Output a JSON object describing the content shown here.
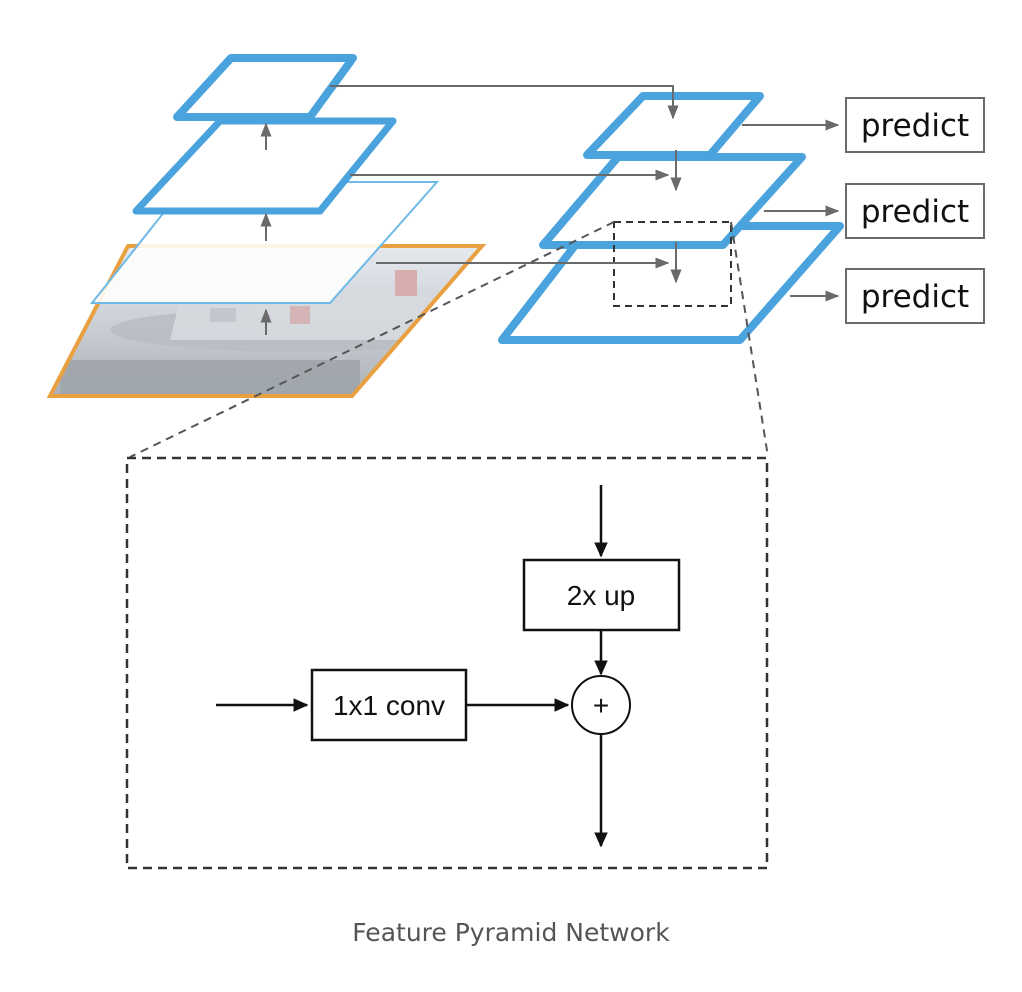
{
  "diagram": {
    "predict_labels": [
      "predict",
      "predict",
      "predict"
    ],
    "upsample_label": "2x up",
    "conv_label": "1x1 conv",
    "sum_symbol": "+",
    "colors": {
      "feature_map": "#4aa3dc",
      "thin_feature_map": "#6fb9e6",
      "image_border": "#e8a040",
      "arrow_gray": "#6a6a6a",
      "line_black": "#111111"
    }
  },
  "caption": "Feature Pyramid Network"
}
